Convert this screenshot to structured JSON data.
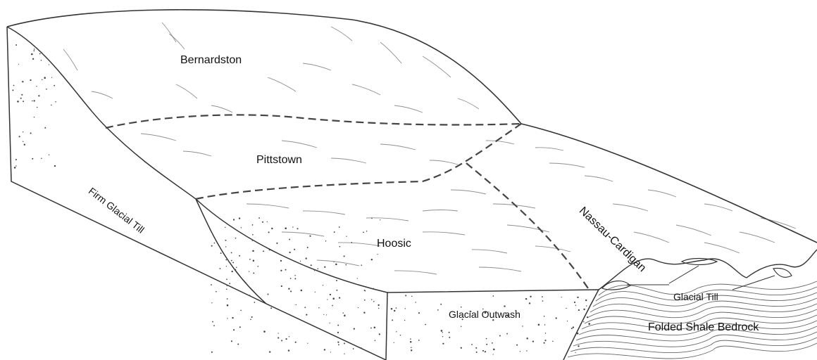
{
  "diagram": {
    "soil_labels": {
      "bernardston": "Bernardston",
      "pittstown": "Pittstown",
      "hoosic": "Hoosic",
      "nassau_cardigan": "Nassau-Cardigan"
    },
    "material_labels": {
      "firm_glacial_till": "Firm Glacial Till",
      "glacial_outwash": "Glacial Outwash",
      "glacial_till": "Glacial Till",
      "folded_shale_bedrock": "Folded Shale Bedrock"
    },
    "colors": {
      "line": "#333333",
      "hatch": "#555555",
      "stipple": "#444444",
      "background": "#ffffff",
      "text": "#111111"
    }
  }
}
